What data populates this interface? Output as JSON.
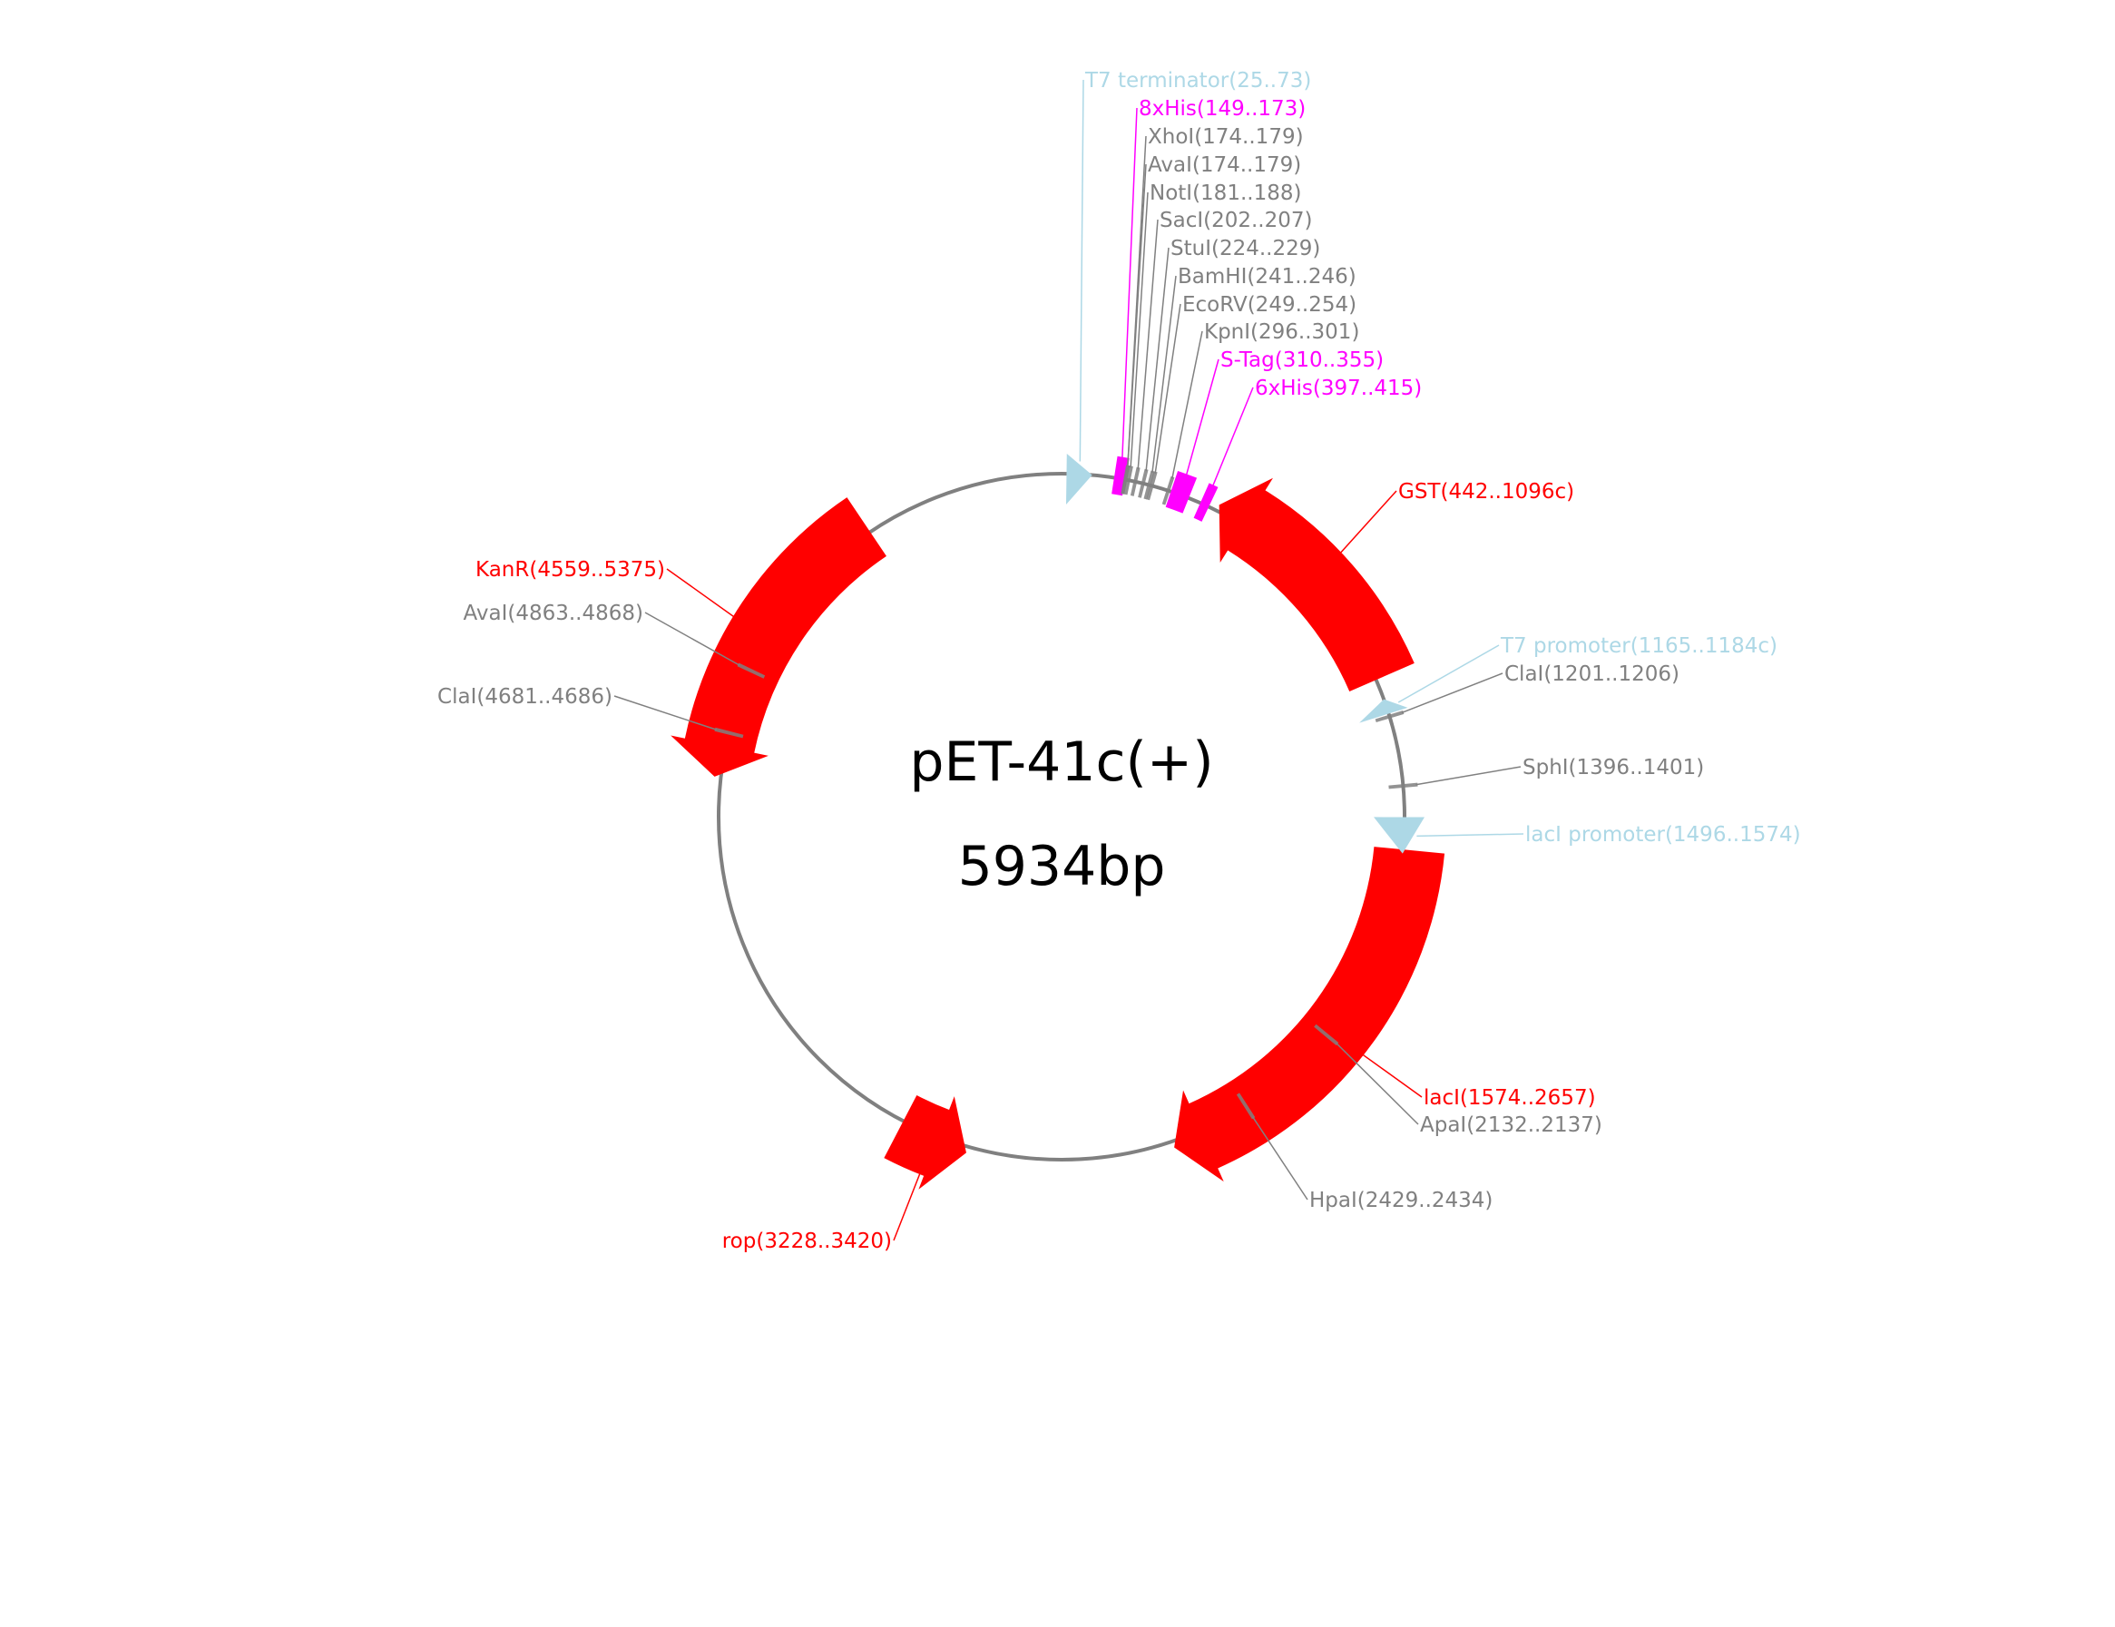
{
  "plasmid": {
    "name": "pET-41c(+)",
    "size_label": "5934bp",
    "length": 5934
  },
  "colors": {
    "cds": "#ff0000",
    "regulatory": "#add8e6",
    "tag": "#ff00ff",
    "site": "#808080",
    "backbone": "#808080"
  },
  "features": [
    {
      "id": "t7-terminator",
      "label": "T7 terminator(25..73)",
      "type": "regulatory",
      "start": 25,
      "end": 73,
      "strand": 1
    },
    {
      "id": "8xhis",
      "label": "8xHis(149..173)",
      "type": "tag",
      "start": 149,
      "end": 173,
      "strand": 0
    },
    {
      "id": "xhoi",
      "label": "XhoI(174..179)",
      "type": "site",
      "start": 174,
      "end": 179,
      "strand": 0
    },
    {
      "id": "avai-174",
      "label": "AvaI(174..179)",
      "type": "site",
      "start": 174,
      "end": 179,
      "strand": 0
    },
    {
      "id": "noti",
      "label": "NotI(181..188)",
      "type": "site",
      "start": 181,
      "end": 188,
      "strand": 0
    },
    {
      "id": "saci",
      "label": "SacI(202..207)",
      "type": "site",
      "start": 202,
      "end": 207,
      "strand": 0
    },
    {
      "id": "stui",
      "label": "StuI(224..229)",
      "type": "site",
      "start": 224,
      "end": 229,
      "strand": 0
    },
    {
      "id": "bamhi",
      "label": "BamHI(241..246)",
      "type": "site",
      "start": 241,
      "end": 246,
      "strand": 0
    },
    {
      "id": "ecorv",
      "label": "EcoRV(249..254)",
      "type": "site",
      "start": 249,
      "end": 254,
      "strand": 0
    },
    {
      "id": "kpni",
      "label": "KpnI(296..301)",
      "type": "site",
      "start": 296,
      "end": 301,
      "strand": 0
    },
    {
      "id": "s-tag",
      "label": "S-Tag(310..355)",
      "type": "tag",
      "start": 310,
      "end": 355,
      "strand": 0
    },
    {
      "id": "6xhis",
      "label": "6xHis(397..415)",
      "type": "tag",
      "start": 397,
      "end": 415,
      "strand": 0
    },
    {
      "id": "gst",
      "label": "GST(442..1096c)",
      "type": "cds",
      "start": 442,
      "end": 1096,
      "strand": -1
    },
    {
      "id": "t7-promoter",
      "label": "T7 promoter(1165..1184c)",
      "type": "regulatory",
      "start": 1165,
      "end": 1184,
      "strand": -1
    },
    {
      "id": "clai-1201",
      "label": "ClaI(1201..1206)",
      "type": "site",
      "start": 1201,
      "end": 1206,
      "strand": 0
    },
    {
      "id": "sphi",
      "label": "SphI(1396..1401)",
      "type": "site",
      "start": 1396,
      "end": 1401,
      "strand": 0
    },
    {
      "id": "laci-promoter",
      "label": "lacI promoter(1496..1574)",
      "type": "regulatory",
      "start": 1496,
      "end": 1574,
      "strand": 1
    },
    {
      "id": "laci",
      "label": "lacI(1574..2657)",
      "type": "cds",
      "start": 1574,
      "end": 2657,
      "strand": 1
    },
    {
      "id": "apai",
      "label": "ApaI(2132..2137)",
      "type": "site",
      "start": 2132,
      "end": 2137,
      "strand": 0
    },
    {
      "id": "hpai",
      "label": "HpaI(2429..2434)",
      "type": "site",
      "start": 2429,
      "end": 2434,
      "strand": 0
    },
    {
      "id": "rop",
      "label": "rop(3228..3420)",
      "type": "cds",
      "start": 3228,
      "end": 3420,
      "strand": -1
    },
    {
      "id": "kanr",
      "label": "KanR(4559..5375)",
      "type": "cds",
      "start": 4559,
      "end": 5375,
      "strand": -1
    },
    {
      "id": "clai-4681",
      "label": "ClaI(4681..4686)",
      "type": "site",
      "start": 4681,
      "end": 4686,
      "strand": 0
    },
    {
      "id": "avai-4863",
      "label": "AvaI(4863..4868)",
      "type": "site",
      "start": 4863,
      "end": 4868,
      "strand": 0
    }
  ]
}
